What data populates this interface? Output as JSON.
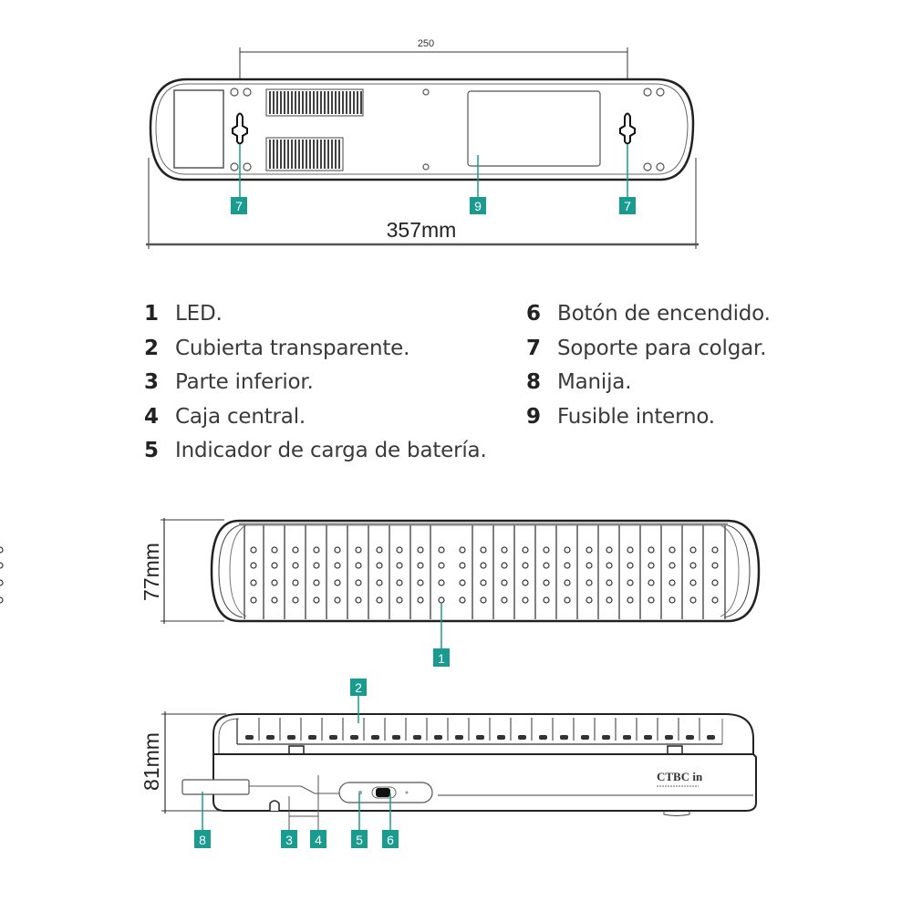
{
  "figure": {
    "top_view": {
      "dimension_mounting": "250",
      "dimension_length": "357mm",
      "callouts": [
        "7",
        "9",
        "7"
      ]
    },
    "front_view": {
      "dimension_height": "77mm",
      "led_columns": 23,
      "led_rows": 4,
      "callouts": [
        "1"
      ]
    },
    "side_view": {
      "dimension_height": "81mm",
      "brand_logo": "CTBC in",
      "callouts": [
        "2",
        "8",
        "3",
        "4",
        "5",
        "6"
      ]
    },
    "callout_color": "#1a9b8f"
  },
  "legend": {
    "left": [
      {
        "num": "1",
        "text": "LED."
      },
      {
        "num": "2",
        "text": "Cubierta transparente."
      },
      {
        "num": "3",
        "text": "Parte inferior."
      },
      {
        "num": "4",
        "text": "Caja central."
      },
      {
        "num": "5",
        "text": "Indicador de carga de batería."
      }
    ],
    "right": [
      {
        "num": "6",
        "text": "Botón de encendido."
      },
      {
        "num": "7",
        "text": "Soporte para colgar."
      },
      {
        "num": "8",
        "text": "Manija."
      },
      {
        "num": "9",
        "text": "Fusible interno."
      }
    ]
  }
}
